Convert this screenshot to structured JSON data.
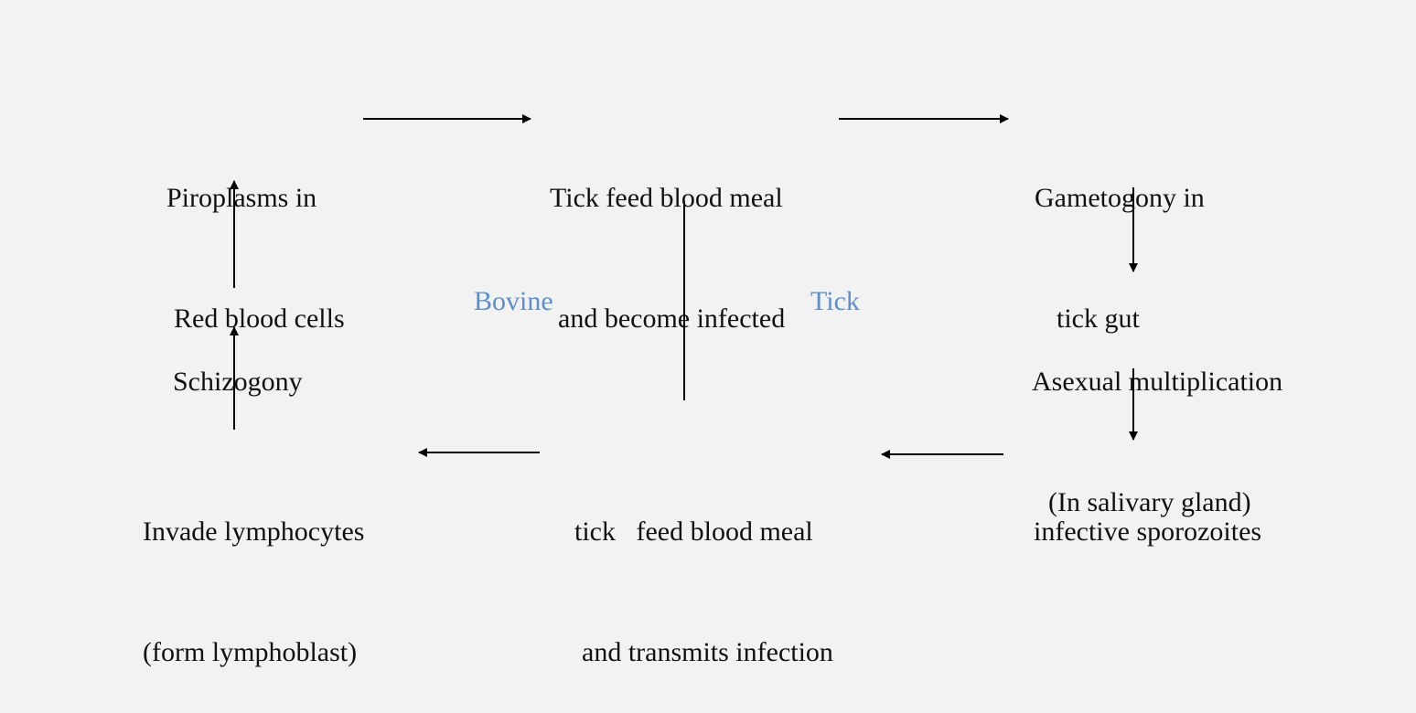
{
  "colors": {
    "background": "#f2f2f2",
    "text": "#111111",
    "region_label": "#5b8fd0",
    "arrow": "#000000"
  },
  "nodes": {
    "piroplasms": {
      "line1": "Piroplasms in",
      "line2": "Red blood cells"
    },
    "tick_feed_infected": {
      "line1": "Tick feed blood meal",
      "line2": "and become infected"
    },
    "gametogony": {
      "line1": "Gametogony in",
      "line2": "tick gut"
    },
    "asexual": {
      "line1": "Asexual multiplication",
      "line2": "(In salivary gland)"
    },
    "sporozoites": {
      "line1": "infective sporozoites"
    },
    "tick_feed_transmits": {
      "line1": "tick   feed blood meal",
      "line2": "and transmits infection"
    },
    "invade": {
      "line1": "Invade lymphocytes",
      "line2": "(form lymphoblast)"
    },
    "schizogony": {
      "line1": "Schizogony"
    }
  },
  "regions": {
    "bovine": "Bovine",
    "tick": "Tick"
  }
}
